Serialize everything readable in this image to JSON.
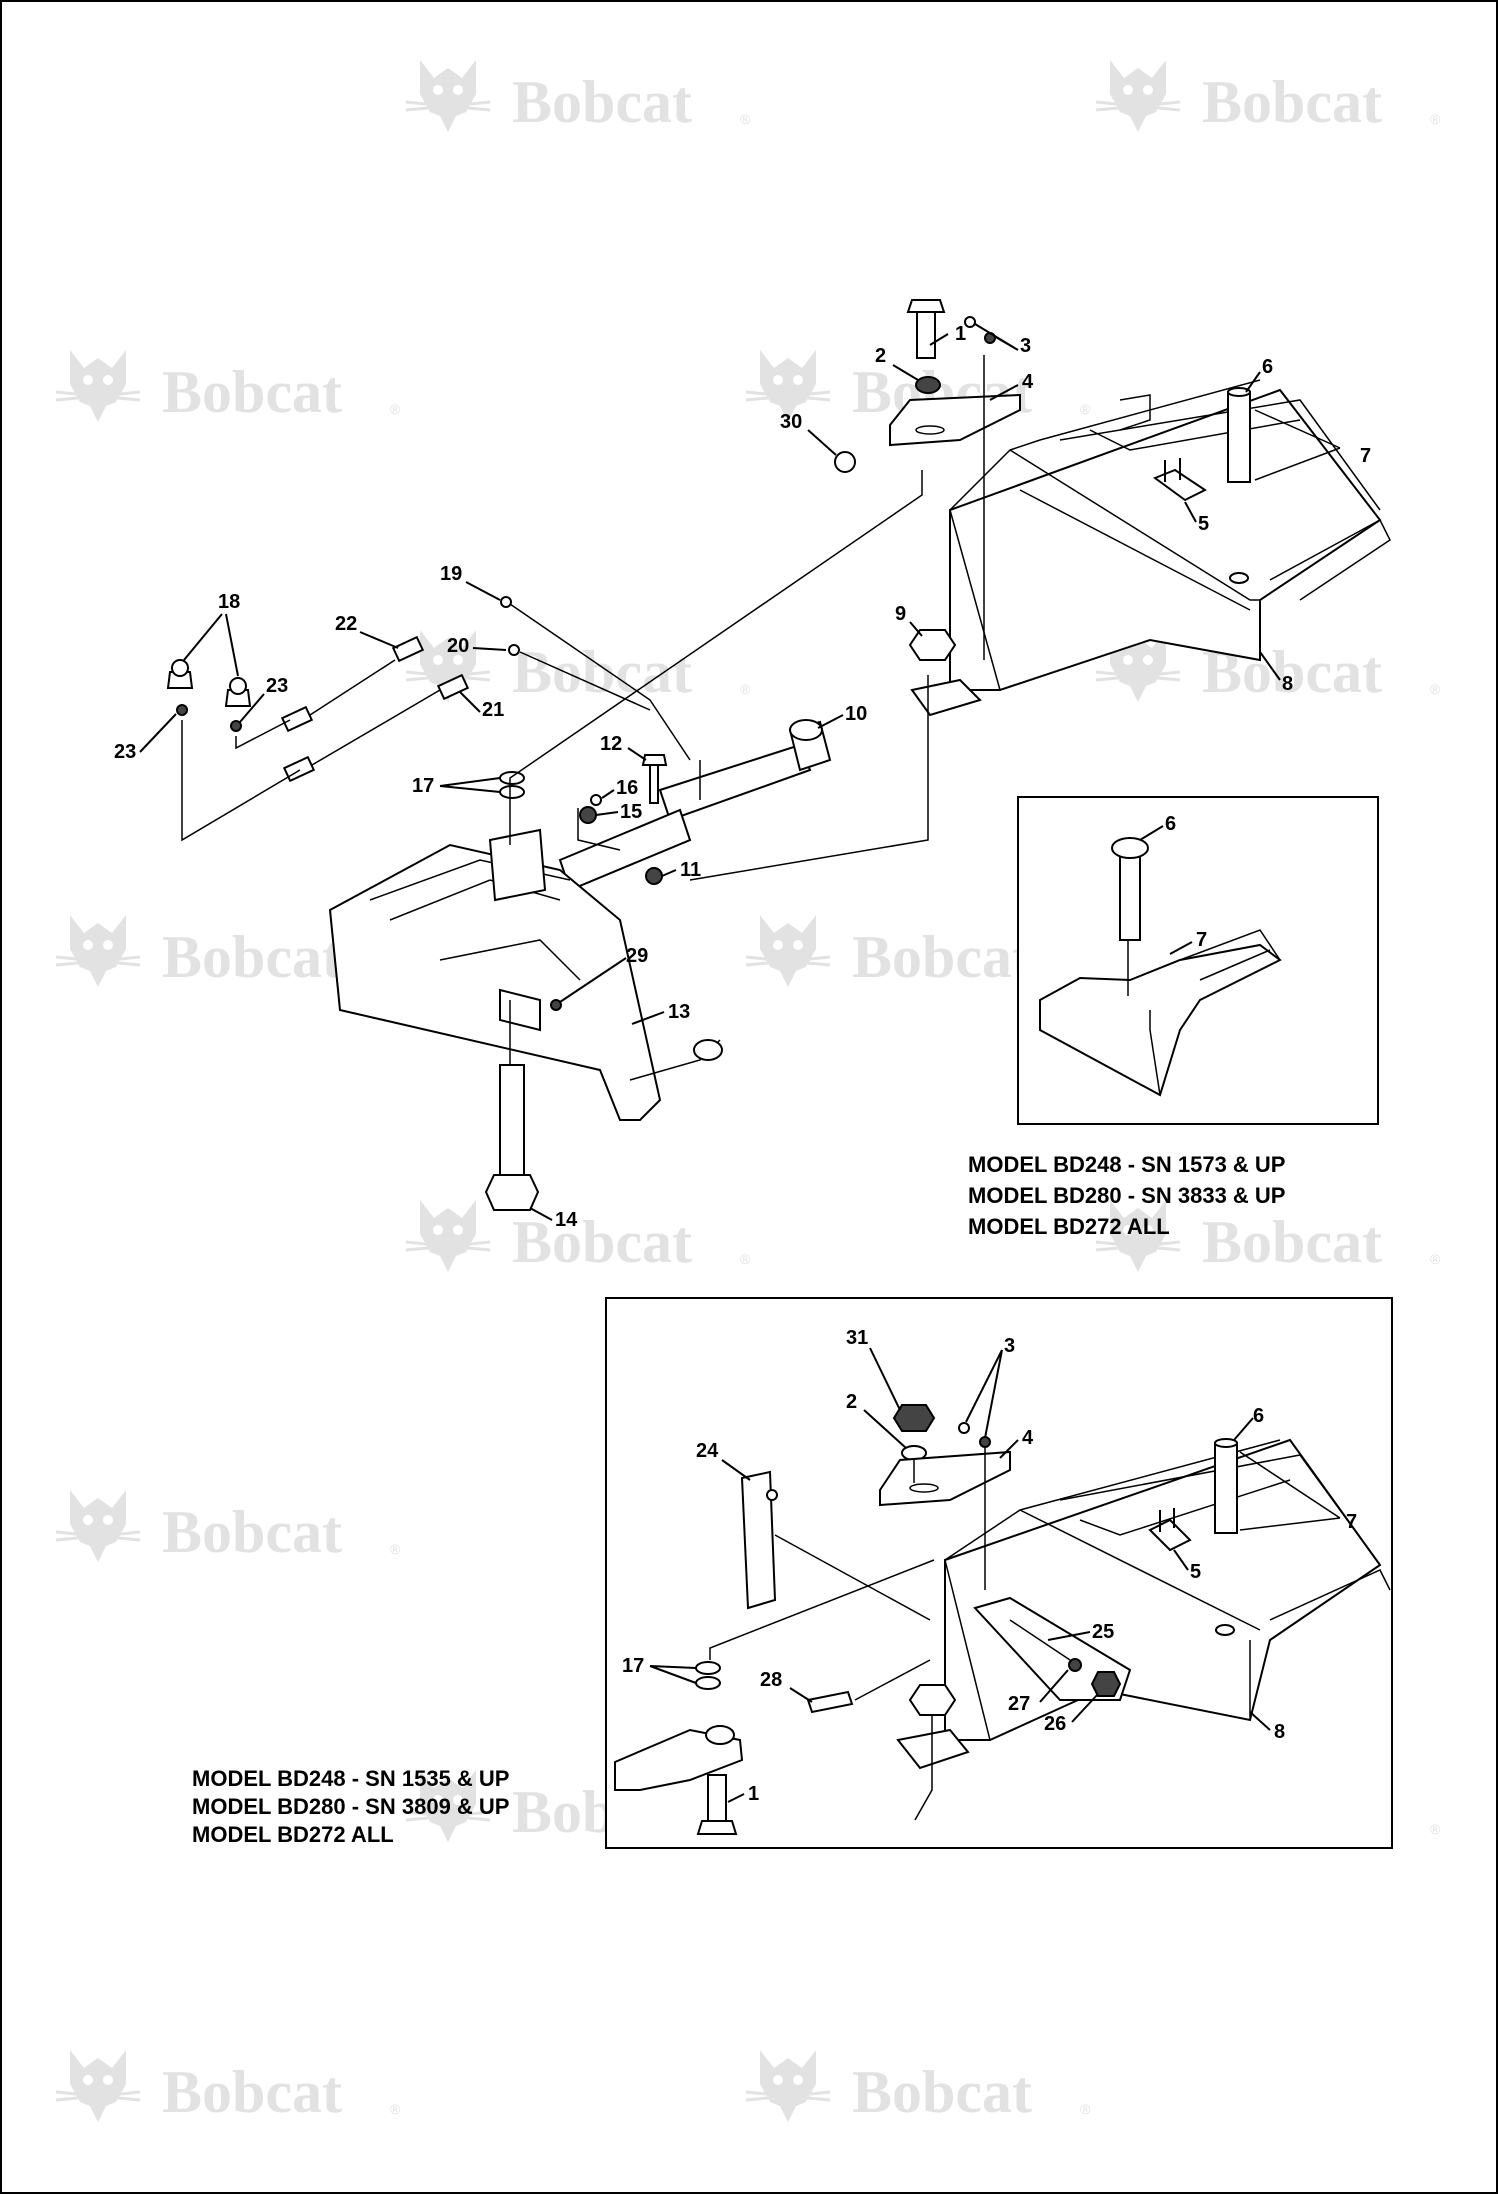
{
  "watermark": {
    "brand": "Bobcat",
    "reg_mark": "®"
  },
  "main_diagram": {
    "callouts": [
      "1",
      "2",
      "3",
      "4",
      "30",
      "6",
      "7",
      "5",
      "9",
      "8",
      "10",
      "19",
      "20",
      "22",
      "18",
      "23",
      "21",
      "23",
      "12",
      "17",
      "16",
      "15",
      "11",
      "29",
      "13",
      "14"
    ]
  },
  "inset_top": {
    "callouts": [
      "6",
      "7"
    ],
    "model_lines": [
      "MODEL BD248 - SN 1573 & UP",
      "MODEL BD280 - SN 3833 & UP",
      "MODEL BD272 ALL"
    ]
  },
  "inset_bottom": {
    "callouts": [
      "31",
      "2",
      "3",
      "4",
      "6",
      "24",
      "7",
      "5",
      "25",
      "17",
      "28",
      "27",
      "26",
      "8",
      "1"
    ],
    "model_lines": [
      "MODEL BD248 - SN 1535 & UP",
      "MODEL BD280 - SN 3809 & UP",
      "MODEL BD272 ALL"
    ]
  }
}
